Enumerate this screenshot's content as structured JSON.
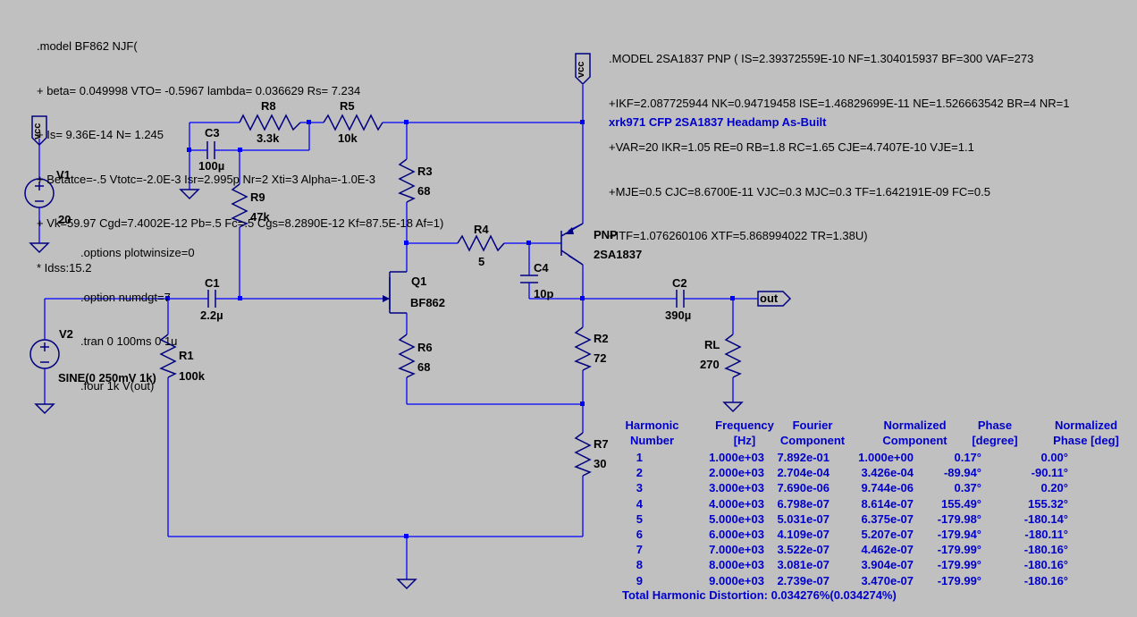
{
  "model_bf862": [
    ".model BF862 NJF(",
    "+ beta= 0.049998 VTO= -0.5967 lambda= 0.036629 Rs= 7.234",
    "+ Is= 9.36E-14 N= 1.245",
    "+ Betatce=-.5 Vtotc=-2.0E-3 Isr=2.995p Nr=2 Xti=3 Alpha=-1.0E-3",
    "+ Vk=59.97 Cgd=7.4002E-12 Pb=.5 Fc=.5 Cgs=8.2890E-12 Kf=87.5E-18 Af=1)",
    "* Idss:15.2"
  ],
  "model_2sa1837": [
    ".MODEL 2SA1837 PNP ( IS=2.39372559E-10 NF=1.304015937 BF=300 VAF=273",
    "+IKF=2.087725944 NK=0.94719458 ISE=1.46829699E-11 NE=1.526663542 BR=4 NR=1",
    "+VAR=20 IKR=1.05 RE=0 RB=1.8 RC=1.65 CJE=4.7407E-10 VJE=1.1",
    "+MJE=0.5 CJC=8.6700E-11 VJC=0.3 MJC=0.3 TF=1.642191E-09 FC=0.5",
    "+ITF=1.076260106 XTF=5.868994022 TR=1.38U)"
  ],
  "title": "xrk971 CFP 2SA1837 Headamp As-Built",
  "directives": [
    ".options plotwinsize=0",
    ".option numdgt=7",
    ".tran 0 100ms 0 1u",
    ".four 1k V(out)"
  ],
  "components": {
    "R8": {
      "name": "R8",
      "value": "3.3k"
    },
    "R5": {
      "name": "R5",
      "value": "10k"
    },
    "C3": {
      "name": "C3",
      "value": "100µ"
    },
    "R9": {
      "name": "R9",
      "value": "47k"
    },
    "V1": {
      "name": "V1",
      "value": "20"
    },
    "R3": {
      "name": "R3",
      "value": "68"
    },
    "R4": {
      "name": "R4",
      "value": "5"
    },
    "C4": {
      "name": "C4",
      "value": "10p"
    },
    "Q2": {
      "name": "PNP",
      "value": "2SA1837"
    },
    "Q1": {
      "name": "Q1",
      "value": "BF862"
    },
    "C1": {
      "name": "C1",
      "value": "2.2µ"
    },
    "V2": {
      "name": "V2",
      "value": "SINE(0 250mV 1k)"
    },
    "R1": {
      "name": "R1",
      "value": "100k"
    },
    "R6": {
      "name": "R6",
      "value": "68"
    },
    "R2": {
      "name": "R2",
      "value": "72"
    },
    "C2": {
      "name": "C2",
      "value": "390µ"
    },
    "RL": {
      "name": "RL",
      "value": "270"
    },
    "R7": {
      "name": "R7",
      "value": "30"
    }
  },
  "vcc_label": "vcc",
  "out_label": "out",
  "fourier": {
    "headers": [
      [
        "Harmonic",
        "Number"
      ],
      [
        "Frequency",
        "[Hz]"
      ],
      [
        "Fourier",
        "Component"
      ],
      [
        "Normalized",
        "Component"
      ],
      [
        "Phase",
        "[degree]"
      ],
      [
        "Normalized",
        "Phase [deg]"
      ]
    ],
    "rows": [
      [
        "1",
        "1.000e+03",
        "7.892e-01",
        "1.000e+00",
        "0.17°",
        "0.00°"
      ],
      [
        "2",
        "2.000e+03",
        "2.704e-04",
        "3.426e-04",
        "-89.94°",
        "-90.11°"
      ],
      [
        "3",
        "3.000e+03",
        "7.690e-06",
        "9.744e-06",
        "0.37°",
        "0.20°"
      ],
      [
        "4",
        "4.000e+03",
        "6.798e-07",
        "8.614e-07",
        "155.49°",
        "155.32°"
      ],
      [
        "5",
        "5.000e+03",
        "5.031e-07",
        "6.375e-07",
        "-179.98°",
        "-180.14°"
      ],
      [
        "6",
        "6.000e+03",
        "4.109e-07",
        "5.207e-07",
        "-179.94°",
        "-180.11°"
      ],
      [
        "7",
        "7.000e+03",
        "3.522e-07",
        "4.462e-07",
        "-179.99°",
        "-180.16°"
      ],
      [
        "8",
        "8.000e+03",
        "3.081e-07",
        "3.904e-07",
        "-179.99°",
        "-180.16°"
      ],
      [
        "9",
        "9.000e+03",
        "2.739e-07",
        "3.470e-07",
        "-179.99°",
        "-180.16°"
      ]
    ],
    "thd": "Total Harmonic Distortion: 0.034276%(0.034274%)"
  }
}
